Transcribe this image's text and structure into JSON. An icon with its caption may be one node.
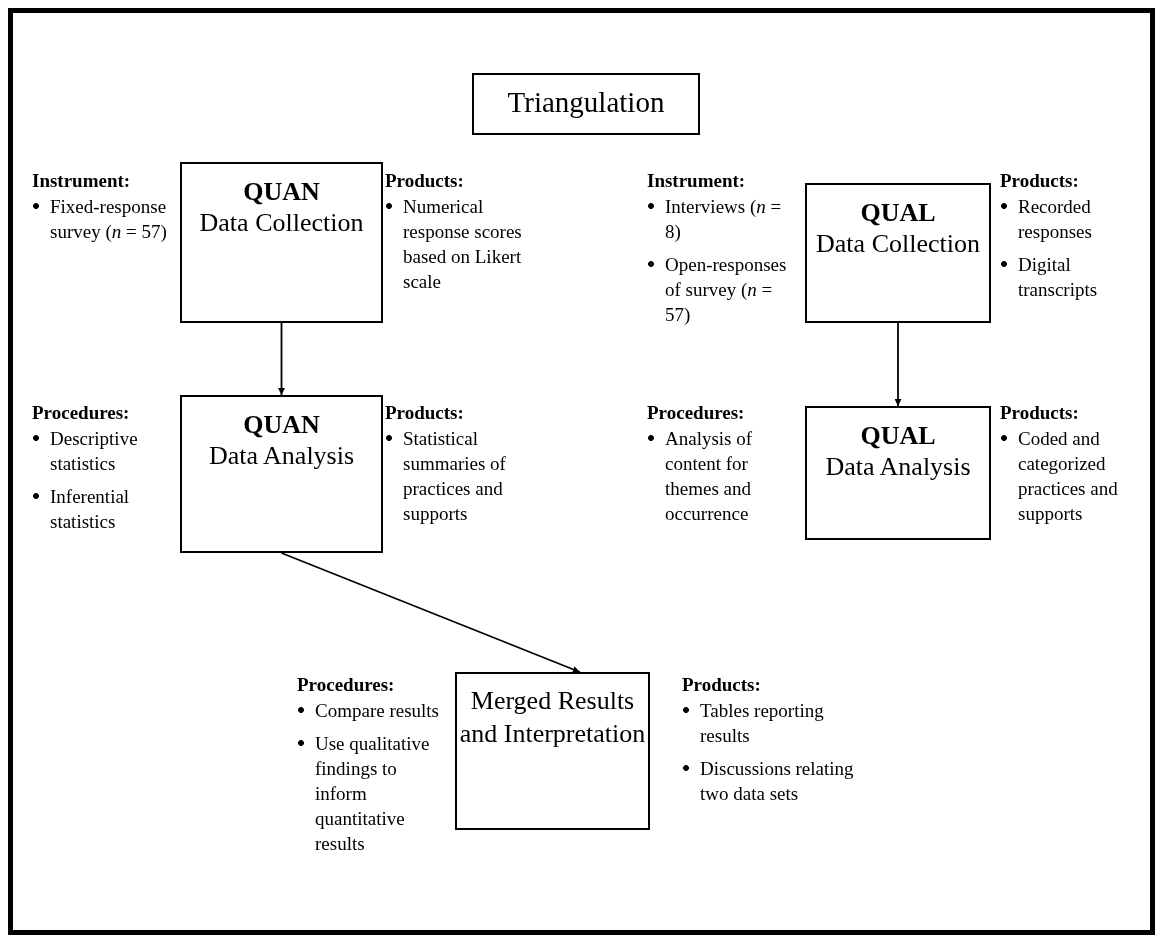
{
  "diagram": {
    "nodes": [
      {
        "text": [
          "Triangulation"
        ]
      },
      {
        "text": [
          "QUAN",
          "Data Collection"
        ]
      },
      {
        "text": [
          "QUAL",
          "Data Collection"
        ]
      },
      {
        "text": [
          "QUAN",
          "Data Analysis"
        ]
      },
      {
        "text": [
          "QUAL",
          "Data Analysis"
        ]
      },
      {
        "text": [
          "Merged Results and Interpretation"
        ]
      }
    ],
    "edges": [
      {
        "from": 1,
        "to": 3,
        "arrow": "to"
      },
      {
        "from": 2,
        "to": 4,
        "arrow": "to"
      },
      {
        "from": 3,
        "to": 5,
        "arrow": "to"
      }
    ],
    "labels": [
      "Instrument:",
      "Fixed-response survey (*n* = 57)",
      "Products:",
      "Numerical response scores based on Likert scale",
      "Instrument:",
      "Interviews (*n* = 8)",
      "Open-responses of survey (*n* = 57)",
      "Products:",
      "Recorded responses",
      "Digital transcripts",
      "Procedures:",
      "Descriptive statistics",
      "Inferential statistics",
      "Products:",
      "Statistical summaries of practices and supports",
      "Procedures:",
      "Analysis of content for themes and occurrence",
      "Products:",
      "Coded and categorized practices and supports",
      "Procedures:",
      "Compare results",
      "Use qualitative findings to inform quantitative results",
      "Products:",
      "Tables reporting results",
      "Discussions relating two data sets"
    ]
  }
}
